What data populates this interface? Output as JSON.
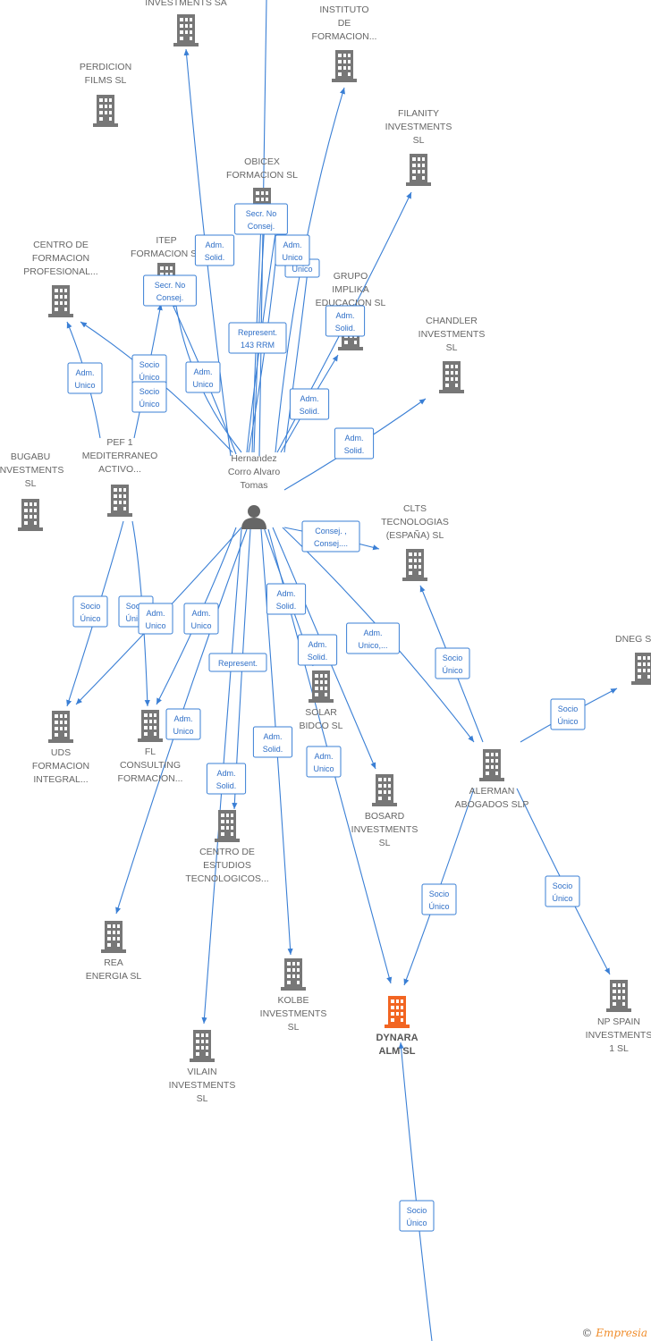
{
  "colors": {
    "edge": "#3a7fd5",
    "company": "#777777",
    "focus": "#f26522",
    "person": "#666666"
  },
  "nodes": [
    {
      "id": "inv_sa",
      "type": "company",
      "lines": [
        "INVESTMENTS SA"
      ]
    },
    {
      "id": "instituto",
      "type": "company",
      "lines": [
        "INSTITUTO",
        "DE",
        "FORMACION..."
      ]
    },
    {
      "id": "perdicion",
      "type": "company",
      "lines": [
        "PERDICION",
        "FILMS  SL"
      ]
    },
    {
      "id": "filanity",
      "type": "company",
      "lines": [
        "FILANITY",
        "INVESTMENTS",
        "SL"
      ]
    },
    {
      "id": "obicex",
      "type": "company",
      "lines": [
        "OBICEX",
        "FORMACION  SL"
      ]
    },
    {
      "id": "itep",
      "type": "company",
      "lines": [
        "ITEP",
        "FORMACION  SL"
      ]
    },
    {
      "id": "centro_fp",
      "type": "company",
      "lines": [
        "CENTRO DE",
        "FORMACION",
        "PROFESIONAL..."
      ]
    },
    {
      "id": "grupo",
      "type": "company",
      "lines": [
        "GRUPO",
        "IMPLIKA",
        "EDUCACION  SL"
      ]
    },
    {
      "id": "chandler",
      "type": "company",
      "lines": [
        "CHANDLER",
        "INVESTMENTS",
        "SL"
      ]
    },
    {
      "id": "pef1",
      "type": "company",
      "lines": [
        "PEF 1",
        "MEDITERRANEO",
        "ACTIVO..."
      ]
    },
    {
      "id": "bugabu",
      "type": "company",
      "lines": [
        "BUGABU",
        "INVESTMENTS",
        "SL"
      ]
    },
    {
      "id": "person",
      "type": "person",
      "lines": [
        "Hernandez",
        "Corro Alvaro",
        "Tomas"
      ]
    },
    {
      "id": "clts",
      "type": "company",
      "lines": [
        "CLTS",
        "TECNOLOGIAS",
        "(ESPAÑA)  SL"
      ]
    },
    {
      "id": "dneg",
      "type": "company",
      "lines": [
        "DNEG SPAIN"
      ]
    },
    {
      "id": "solar",
      "type": "company",
      "lines": [
        "SOLAR",
        "BIDCO  SL"
      ]
    },
    {
      "id": "uds",
      "type": "company",
      "lines": [
        "UDS",
        "FORMACION",
        "INTEGRAL..."
      ]
    },
    {
      "id": "fl",
      "type": "company",
      "lines": [
        "FL",
        "CONSULTING",
        "FORMACION..."
      ]
    },
    {
      "id": "alerman",
      "type": "company",
      "lines": [
        "ALERMAN",
        "ABOGADOS  SLP"
      ]
    },
    {
      "id": "bosard",
      "type": "company",
      "lines": [
        "BOSARD",
        "INVESTMENTS",
        "SL"
      ]
    },
    {
      "id": "cet",
      "type": "company",
      "lines": [
        "CENTRO DE",
        "ESTUDIOS",
        "TECNOLOGICOS..."
      ]
    },
    {
      "id": "rea",
      "type": "company",
      "lines": [
        "REA",
        "ENERGIA  SL"
      ]
    },
    {
      "id": "kolbe",
      "type": "company",
      "lines": [
        "KOLBE",
        "INVESTMENTS",
        "SL"
      ]
    },
    {
      "id": "dynara",
      "type": "focus",
      "lines": [
        "DYNARA",
        "ALM  SL"
      ]
    },
    {
      "id": "npspain",
      "type": "company",
      "lines": [
        "NP SPAIN",
        "INVESTMENTS",
        "1  SL"
      ]
    },
    {
      "id": "vilain",
      "type": "company",
      "lines": [
        "VILAIN",
        "INVESTMENTS",
        "SL"
      ]
    }
  ],
  "edges": [
    {
      "label": [
        "Adm.",
        "Solid."
      ]
    },
    {
      "label": [
        "Secr.  No",
        "Consej."
      ]
    },
    {
      "label": [
        "Adm.",
        "Unico"
      ]
    },
    {
      "label": [
        "Unico"
      ]
    },
    {
      "label": [
        "Secr.  No",
        "Consej."
      ]
    },
    {
      "label": [
        "Represent.",
        "143 RRM"
      ]
    },
    {
      "label": [
        "Adm.",
        "Solid."
      ]
    },
    {
      "label": [
        "Adm.",
        "Unico"
      ]
    },
    {
      "label": [
        "Socio",
        "Único"
      ]
    },
    {
      "label": [
        "Adm.",
        "Unico"
      ]
    },
    {
      "label": [
        "Adm.",
        "Unico"
      ]
    },
    {
      "label": [
        "Adm.",
        "Solid."
      ]
    },
    {
      "label": [
        "Socio",
        "Único"
      ]
    },
    {
      "label": [
        "Adm.",
        "Solid."
      ]
    },
    {
      "label": [
        "Adm.",
        "Unico"
      ]
    },
    {
      "label": [
        "Consej. ,",
        "Consej...."
      ]
    },
    {
      "label": [
        "Socio",
        "Único"
      ]
    },
    {
      "label": [
        "Socio",
        "Único"
      ]
    },
    {
      "label": [
        "Adm.",
        "Unico"
      ]
    },
    {
      "label": [
        "Adm.",
        "Unico"
      ]
    },
    {
      "label": [
        "Represent."
      ]
    },
    {
      "label": [
        "Adm.",
        "Solid."
      ]
    },
    {
      "label": [
        "Adm.",
        "Solid."
      ]
    },
    {
      "label": [
        "Adm.",
        "Unico,..."
      ]
    },
    {
      "label": [
        "Socio",
        "Único"
      ]
    },
    {
      "label": [
        "Adm.",
        "Unico"
      ]
    },
    {
      "label": [
        "Adm.",
        "Solid."
      ]
    },
    {
      "label": [
        "Adm.",
        "Solid."
      ]
    },
    {
      "label": [
        "Adm.",
        "Unico"
      ]
    },
    {
      "label": [
        "Socio",
        "Único"
      ]
    },
    {
      "label": [
        "Socio",
        "Único"
      ]
    },
    {
      "label": [
        "Socio",
        "Único"
      ]
    },
    {
      "label": [
        "Socio",
        "Único"
      ]
    }
  ],
  "footer": {
    "copyright": "©",
    "brand": "Empresia"
  }
}
